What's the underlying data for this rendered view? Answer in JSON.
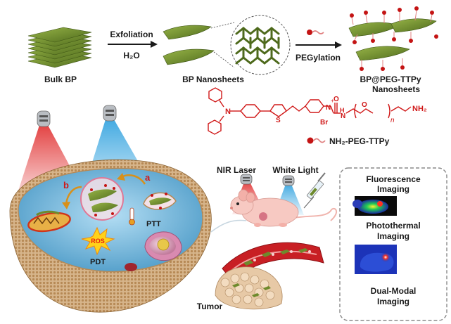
{
  "top_flow": {
    "bulk_label": "Bulk BP",
    "exfoliation_label": "Exfoliation",
    "solvent_label": "H₂O",
    "nanosheets_label": "BP Nanosheets",
    "pegylation_label": "PEGylation",
    "product_label_line1": "BP@PEG-TTPy",
    "product_label_line2": "Nanosheets"
  },
  "chemistry": {
    "nh2_label": "NH₂",
    "br_label": "Br",
    "n_label": "N",
    "s_label": "S",
    "o_label": "O",
    "h_label": "H",
    "n_subscript": "n",
    "plus_sign": "+",
    "reagent_label": "NH₂-PEG-TTPy"
  },
  "cell": {
    "pathway_a": "a",
    "pathway_b": "b",
    "ptt_label": "PTT",
    "ros_label": "ROS",
    "pdt_label": "PDT"
  },
  "in_vivo": {
    "nir_laser_label": "NIR Laser",
    "white_light_label": "White Light",
    "tumor_label": "Tumor"
  },
  "imaging_panel": {
    "fluorescence_line1": "Fluorescence",
    "fluorescence_line2": "Imaging",
    "photothermal_line1": "Photothermal",
    "photothermal_line2": "Imaging",
    "dual_line1": "Dual-Modal",
    "dual_line2": "Imaging"
  },
  "colors": {
    "bp_green": "#6e8a2c",
    "chem_red": "#d01818",
    "nir_beam": "#e23a3a",
    "white_beam": "#3aa6e0",
    "cell_fluid": "#86c8ea"
  }
}
